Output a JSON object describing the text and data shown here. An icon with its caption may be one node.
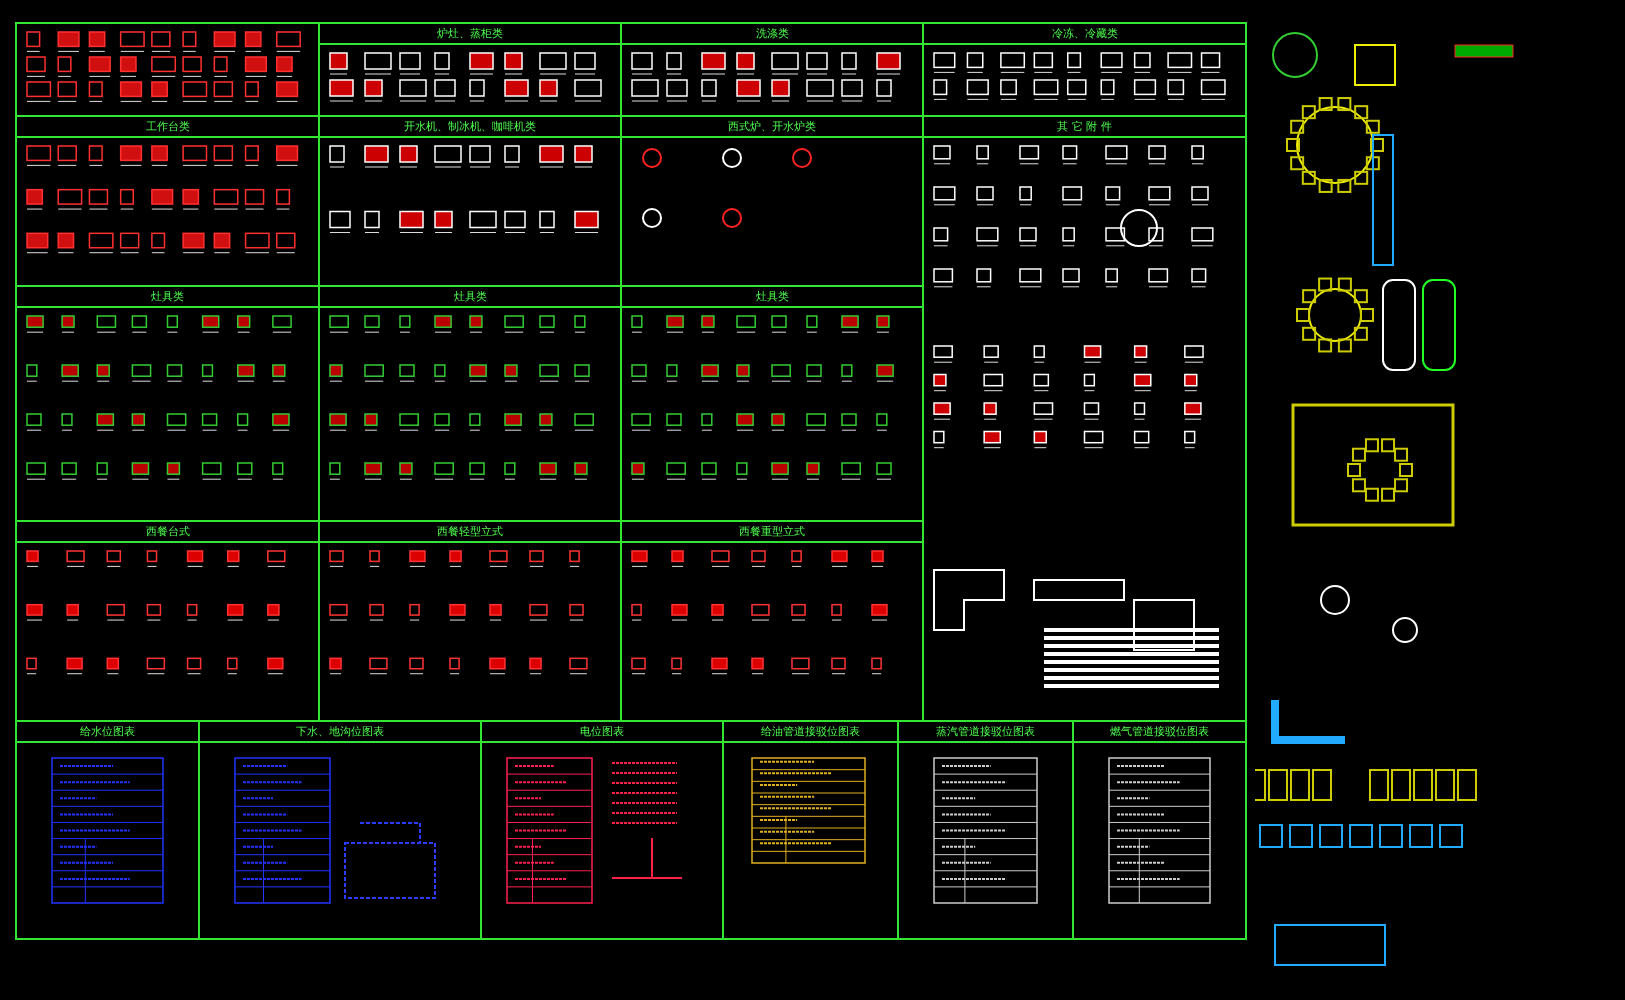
{
  "diagram": {
    "nodes": [
      {
        "text": [],
        "shape": "box"
      },
      {
        "text": [
          "炉灶、蒸柜类"
        ]
      },
      {
        "text": [
          "洗涤类"
        ]
      },
      {
        "text": [
          "冷冻、冷藏类"
        ]
      },
      {
        "text": [
          "工作台类"
        ]
      },
      {
        "text": [
          "开水机、制冰机、咖啡机类"
        ]
      },
      {
        "text": [
          "西式炉、开水炉类"
        ]
      },
      {
        "text": [
          "其 它 附 件"
        ]
      },
      {
        "text": [
          "灶具类"
        ]
      },
      {
        "text": [
          "灶具类"
        ]
      },
      {
        "text": [
          "灶具类"
        ]
      },
      {
        "text": [
          "西餐台式"
        ]
      },
      {
        "text": [
          "西餐轻型立式"
        ]
      },
      {
        "text": [
          "西餐重型立式"
        ]
      },
      {
        "text": [
          "给水位图表"
        ]
      },
      {
        "text": [
          "下水、地沟位图表"
        ]
      },
      {
        "text": [
          "电位图表"
        ]
      },
      {
        "text": [
          "给油管道接驳位图表"
        ]
      },
      {
        "text": [
          "蒸汽管道接驳位图表"
        ]
      },
      {
        "text": [
          "燃气管道接驳位图表"
        ]
      }
    ]
  }
}
